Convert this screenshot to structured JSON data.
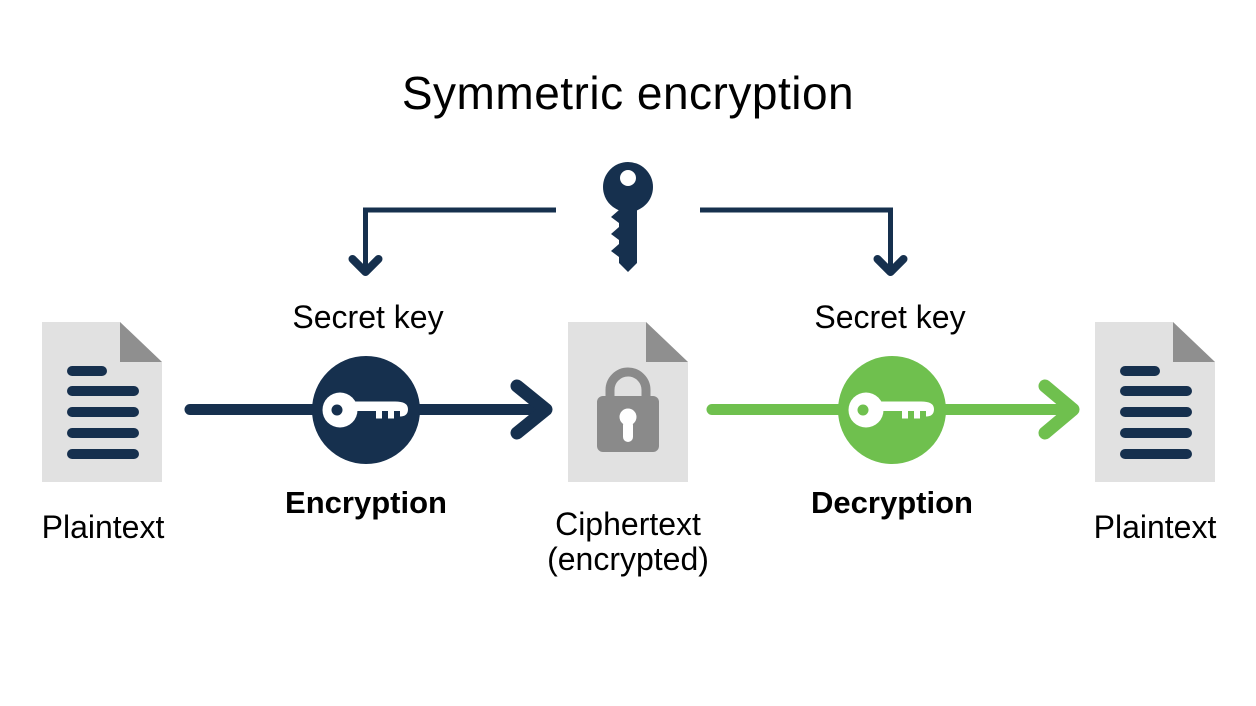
{
  "title": "Symmetric encryption",
  "colors": {
    "navy": "#16304e",
    "green": "#6fc04e",
    "doc_fill": "#e1e1e1",
    "doc_fold": "#8f8f8f",
    "lock": "#8a8a8a",
    "text": "#000000",
    "background": "#ffffff"
  },
  "top_key": {
    "icon": "key-icon"
  },
  "branches": {
    "left": {
      "label": "Secret key"
    },
    "right": {
      "label": "Secret key"
    }
  },
  "flow": {
    "plaintext_left": {
      "label": "Plaintext",
      "icon": "document-icon"
    },
    "encryption": {
      "label": "Encryption",
      "icon": "key-circle-icon"
    },
    "ciphertext": {
      "label_line1": "Ciphertext",
      "label_line2": "(encrypted)",
      "icon": "locked-document-icon"
    },
    "decryption": {
      "label": "Decryption",
      "icon": "key-circle-icon"
    },
    "plaintext_right": {
      "label": "Plaintext",
      "icon": "document-icon"
    }
  }
}
